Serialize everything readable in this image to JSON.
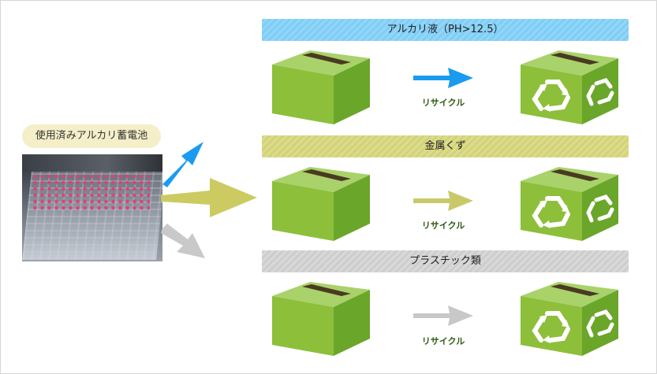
{
  "source": {
    "label": "使用済みアルカリ蓄電池"
  },
  "streams": [
    {
      "title": "アルカリ液（PH>12.5）",
      "process_label": "リサイクル",
      "arrow_color": "#1a9bf0",
      "band_color": "#7fcdf6"
    },
    {
      "title": "金属くず",
      "process_label": "リサイクル",
      "arrow_color": "#c9c96a",
      "band_color": "#d2d27a"
    },
    {
      "title": "プラスチック類",
      "process_label": "リサイクル",
      "arrow_color": "#c8c8c8",
      "band_color": "#cdcdcd"
    }
  ],
  "colors": {
    "box_front": "#8dbf3b",
    "box_side": "#6aa62a",
    "box_top": "#a9d26a",
    "recycle_symbol": "#ffffff"
  },
  "icons": [
    "battery-photo",
    "cardboard-box-icon",
    "recycle-box-icon",
    "arrow-right-icon"
  ]
}
